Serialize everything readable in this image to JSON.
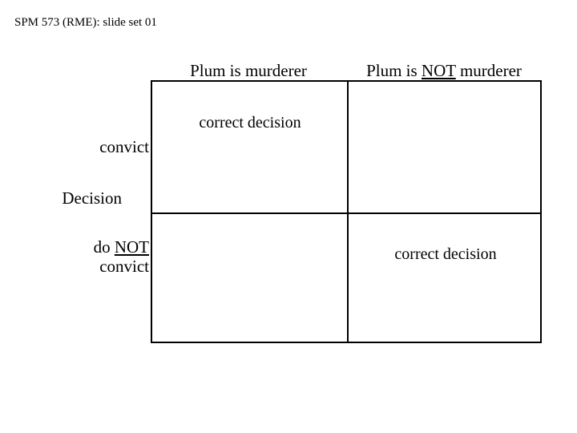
{
  "header": {
    "title": "SPM 573 (RME): slide set 01"
  },
  "table": {
    "axis_label": "Decision",
    "column_headers": [
      {
        "pre": "Plum is ",
        "emph": "",
        "post": "murderer"
      },
      {
        "pre": "Plum is ",
        "emph": "NOT",
        "post": " murderer"
      }
    ],
    "row_labels": [
      {
        "line1_pre": "convict",
        "line1_emph": "",
        "line1_post": "",
        "line2": ""
      },
      {
        "line1_pre": "do ",
        "line1_emph": "NOT",
        "line1_post": "",
        "line2": "convict"
      }
    ],
    "cells": [
      {
        "id": "top-left",
        "text": "correct decision"
      },
      {
        "id": "top-right",
        "text": ""
      },
      {
        "id": "bottom-left",
        "text": ""
      },
      {
        "id": "bottom-right",
        "text": "correct decision"
      }
    ]
  },
  "colors": {
    "background": "#ffffff",
    "text": "#000000",
    "rule": "#000000"
  }
}
